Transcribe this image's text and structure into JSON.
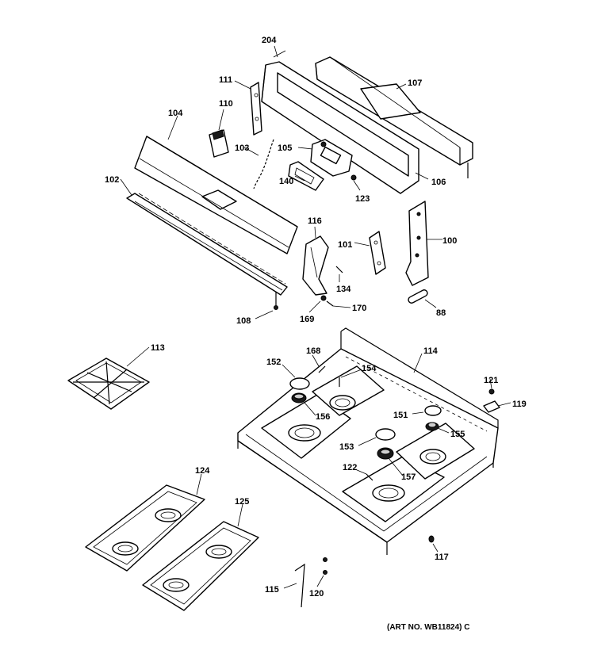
{
  "labels": {
    "l204": "204",
    "l111": "111",
    "l107": "107",
    "l110": "110",
    "l104": "104",
    "l103": "103",
    "l105": "105",
    "l106": "106",
    "l102": "102",
    "l140": "140",
    "l123": "123",
    "l116": "116",
    "l101": "101",
    "l100": "100",
    "l134": "134",
    "l170": "170",
    "l88": "88",
    "l108": "108",
    "l169": "169",
    "l113": "113",
    "l168": "168",
    "l114": "114",
    "l152": "152",
    "l154": "154",
    "l121": "121",
    "l119": "119",
    "l156": "156",
    "l151": "151",
    "l155": "155",
    "l153": "153",
    "l122": "122",
    "l157": "157",
    "l124": "124",
    "l125": "125",
    "l117": "117",
    "l115": "115",
    "l120": "120"
  },
  "art_number": "(ART NO. WB11824) C"
}
